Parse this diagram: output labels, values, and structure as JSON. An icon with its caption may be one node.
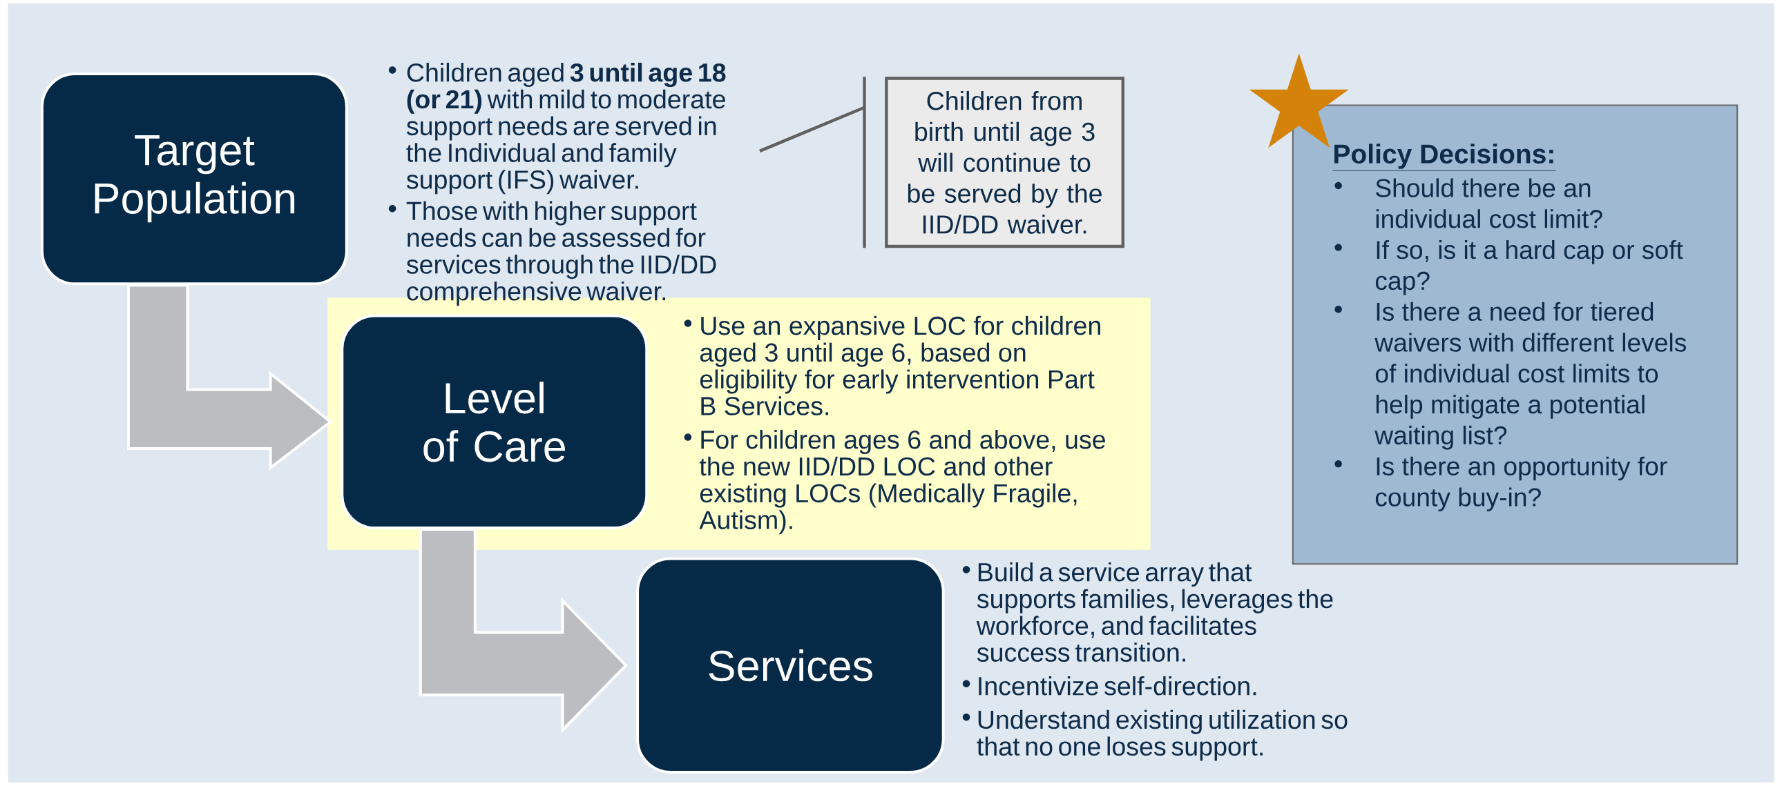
{
  "diagram": {
    "nodes": [
      {
        "text": [
          "Target Population"
        ]
      },
      {
        "text": [
          "Children aged **3 until age 18 (or 21)** with mild to moderate support needs are served in the Individual and family support (IFS) waiver.",
          "Those with higher support needs can be assessed for services through the IID/DD comprehensive waiver."
        ]
      },
      {
        "text": [
          "Children from birth until age 3 will continue to be served by the IID/DD waiver."
        ]
      },
      {
        "text": [
          "Use an expansive LOC for children aged 3 until age 6, based on eligibility for early intervention Part B Services.",
          "For children ages 6 and above, use the new IID/DD LOC and other existing LOCs (Medically Fragile, Autism)."
        ]
      },
      {
        "text": [
          "Level of Care"
        ],
        "in": 3
      },
      {
        "text": [
          "Services"
        ]
      },
      {
        "text": [
          "Policy Decisions:",
          "Should there be an individual cost limit?",
          "If so, is it a hard cap or soft cap?",
          "Is there a need for tiered waivers with different levels of individual cost limits to help mitigate a potential waiting list?",
          "Is there an opportunity for county buy-in?"
        ]
      }
    ],
    "edges": [
      {
        "from": 0,
        "to": 4,
        "arrow": "to"
      },
      {
        "from": 4,
        "to": 5,
        "arrow": "to"
      },
      {
        "from": 2,
        "to": 1,
        "arrow": "none",
        "color": "#606060"
      }
    ],
    "labels": [
      "Build a service array that supports families, leverages the workforce, and facilitates success transition.",
      "Incentivize self-direction.",
      "Understand existing utilization so that no one loses support."
    ]
  }
}
